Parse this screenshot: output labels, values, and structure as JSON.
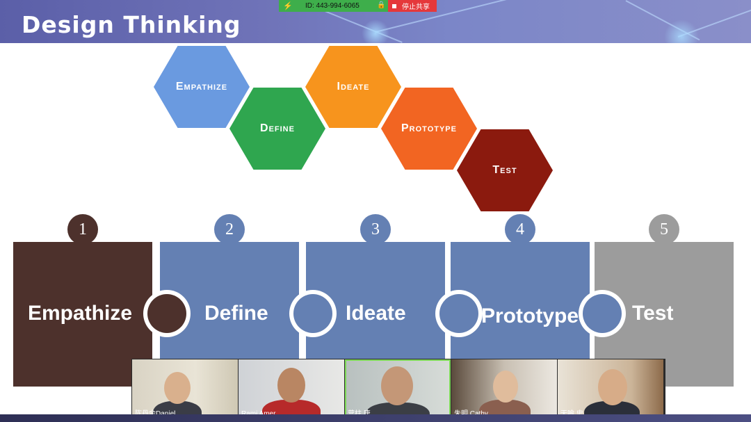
{
  "slide": {
    "title": "Design Thinking",
    "hexagons": [
      {
        "label": "Empathize",
        "color": "#6a9ae0"
      },
      {
        "label": "Define",
        "color": "#2fa64f"
      },
      {
        "label": "Ideate",
        "color": "#f7941d"
      },
      {
        "label": "Prototype",
        "color": "#f26522"
      },
      {
        "label": "Test",
        "color": "#8b1a0e"
      }
    ],
    "steps": [
      {
        "number": "1",
        "label": "Empathize",
        "color": "#4d312c"
      },
      {
        "number": "2",
        "label": "Define",
        "color": "#6480b3"
      },
      {
        "number": "3",
        "label": "Ideate",
        "color": "#6480b3"
      },
      {
        "number": "4",
        "label": "Prototype",
        "color": "#6480b3"
      },
      {
        "number": "5",
        "label": "Test",
        "color": "#9c9c9c"
      }
    ]
  },
  "share_bar": {
    "meeting_id": "ID: 443-994-6065",
    "stop_label": "停止共享"
  },
  "participants": [
    {
      "name": "陈丹余Daniel",
      "active": false
    },
    {
      "name": "Rami Amer",
      "active": false
    },
    {
      "name": "营柱 唐",
      "active": true
    },
    {
      "name": "朱明 Cathy",
      "active": false
    },
    {
      "name": "天喻 史",
      "active": false
    }
  ]
}
